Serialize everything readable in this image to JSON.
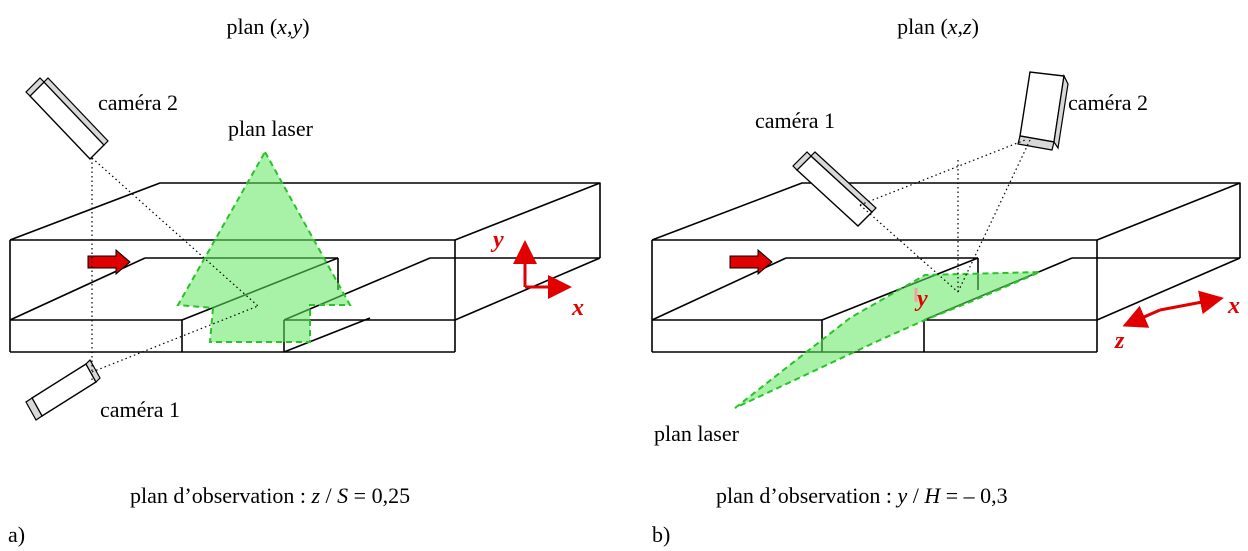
{
  "panel_a": {
    "title_prefix": "plan (",
    "title_var1": "x",
    "title_sep": ",",
    "title_var2": "y",
    "title_suffix": ")",
    "camera2": "caméra 2",
    "camera1": "caméra 1",
    "laser": "plan laser",
    "axis_y": "y",
    "axis_x": "x",
    "obs_prefix": "plan d’observation : ",
    "obs_var": "z",
    "obs_mid": " / ",
    "obs_var2": "S",
    "obs_value": " = 0,25",
    "letter": "a)"
  },
  "panel_b": {
    "title_prefix": "plan (",
    "title_var1": "x",
    "title_sep": ",",
    "title_var2": "z",
    "title_suffix": ")",
    "camera1": "caméra 1",
    "camera2": "caméra 2",
    "laser": "plan laser",
    "axis_z": "z",
    "axis_x": "x",
    "axis_y": "y",
    "obs_prefix": "plan d’observation : ",
    "obs_var": "y",
    "obs_mid": " / ",
    "obs_var2": "H",
    "obs_value": " = – 0,3",
    "letter": "b)"
  },
  "colors": {
    "laser": "#5fe85f",
    "axes": "#e00000",
    "flow_arrow": "#e00000"
  }
}
